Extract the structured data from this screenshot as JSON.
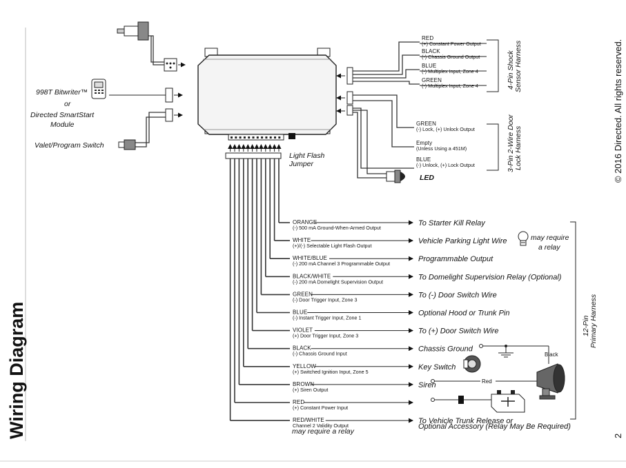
{
  "page_title": "Wiring Diagram",
  "copyright": "© 2016 Directed. All rights reserved.",
  "page_number": "2",
  "left_components": {
    "bitwriter": "998T Bitwriter™",
    "or": "or",
    "smartstart_1": "Directed SmartStart",
    "smartstart_2": "Module",
    "valet": "Valet/Program Switch"
  },
  "light_flash_jumper": [
    "Light Flash",
    "Jumper"
  ],
  "shock_harness": {
    "title": [
      "4-Pin Shock",
      "Sensor Harness"
    ],
    "wires": [
      {
        "name": "RED",
        "desc": "(+) Constant Power Output"
      },
      {
        "name": "BLACK",
        "desc": "(-) Chassis Ground Output"
      },
      {
        "name": "BLUE",
        "desc": "(-) Multiplex Input, Zone 4"
      },
      {
        "name": "GREEN",
        "desc": "(-) Multiplex Input, Zone 4"
      }
    ]
  },
  "door_lock_harness": {
    "title": [
      "3-Pin 2-Wire Door",
      "Lock Harness"
    ],
    "wires": [
      {
        "name": "GREEN",
        "desc": "(-) Lock, (+) Unlock Output"
      },
      {
        "name": "Empty",
        "desc": "(Unless Using a 451M)"
      },
      {
        "name": "BLUE",
        "desc": "(-) Unlock, (+) Lock Output"
      }
    ]
  },
  "led_label": "LED",
  "primary_harness": {
    "title": [
      "12-Pin",
      "Primary Harness"
    ],
    "wires": [
      {
        "name": "ORANGE",
        "desc": "(-) 500 mA Ground-When-Armed Output",
        "dest": "To Starter Kill Relay"
      },
      {
        "name": "WHITE",
        "desc": "(+)/(-) Selectable Light Flash Output",
        "dest": "Vehicle Parking Light Wire"
      },
      {
        "name": "WHITE/BLUE",
        "desc": "(-) 200 mA Channel 3 Programmable Output",
        "dest": "Programmable Output"
      },
      {
        "name": "BLACK/WHITE",
        "desc": "(-) 200 mA Domelight Supervision Output",
        "dest": "To Domelight Supervision Relay (Optional)"
      },
      {
        "name": "GREEN",
        "desc": "(-) Door Trigger Input, Zone 3",
        "dest": "To (-) Door Switch Wire"
      },
      {
        "name": "BLUE",
        "desc": "(-) Instant Trigger Input, Zone 1",
        "dest": "Optional Hood or Trunk Pin"
      },
      {
        "name": "VIOLET",
        "desc": "(+) Door Trigger Input, Zone 3",
        "dest": "To (+) Door Switch Wire"
      },
      {
        "name": "BLACK",
        "desc": "(-) Chassis Ground Input",
        "dest": "Chassis Ground"
      },
      {
        "name": "YELLOW",
        "desc": "(+) Switched Ignition Input, Zone 5",
        "dest": "Key Switch"
      },
      {
        "name": "BROWN",
        "desc": "(+) Siren Output",
        "dest": "Siren"
      },
      {
        "name": "RED",
        "desc": "(+) Constant Power Input",
        "dest": ""
      },
      {
        "name": "RED/WHITE",
        "desc": "Channel 2 Validity Output",
        "dest": "To Vehicle Trunk Release or"
      }
    ],
    "red_white_note": "may require a relay",
    "red_white_dest_2": "Optional Accessory (Relay May Be Required)"
  },
  "parking_note": [
    "may require",
    "a relay"
  ],
  "siren_black": "Black",
  "siren_red": "Red"
}
